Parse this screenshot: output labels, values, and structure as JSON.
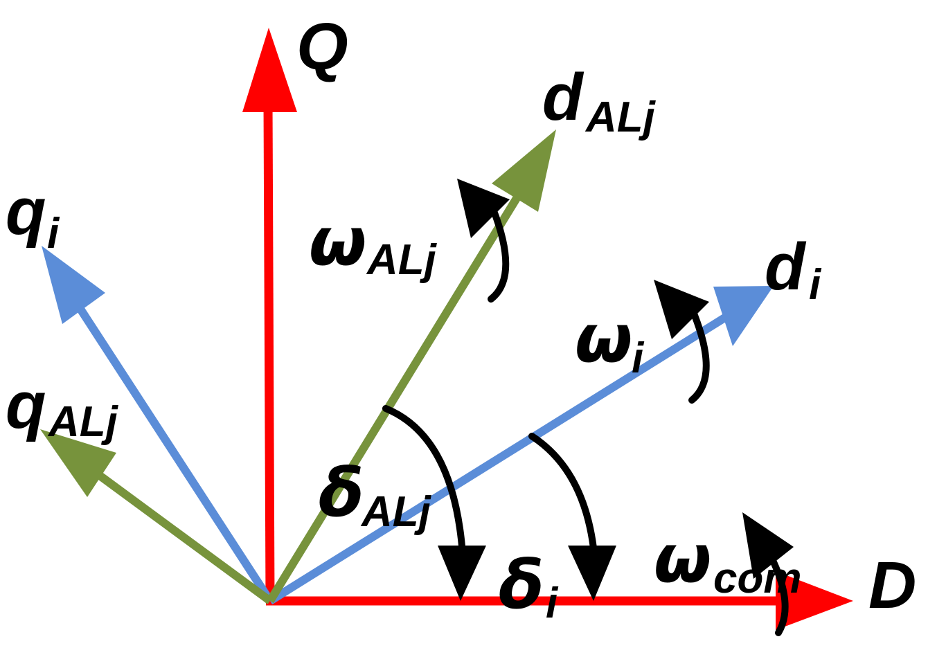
{
  "colors": {
    "dq_axes": "#ff0000",
    "machine_frame": "#5b8dd8",
    "al_frame": "#77933c",
    "annotations": "#000000"
  },
  "axes": {
    "Q": "Q",
    "D": "D"
  },
  "machine_frame": {
    "d_base": "d",
    "d_sub": "i",
    "q_base": "q",
    "q_sub": "i"
  },
  "al_frame": {
    "d_base": "d",
    "d_sub": "ALj",
    "q_base": "q",
    "q_sub": "ALj"
  },
  "speeds": {
    "omega_al_base": "ω",
    "omega_al_sub": "ALj",
    "omega_i_base": "ω",
    "omega_i_sub": "i",
    "omega_com_base": "ω",
    "omega_com_sub": "com"
  },
  "angles": {
    "delta_al_base": "δ",
    "delta_al_sub": "ALj",
    "delta_i_base": "δ",
    "delta_i_sub": "i"
  }
}
